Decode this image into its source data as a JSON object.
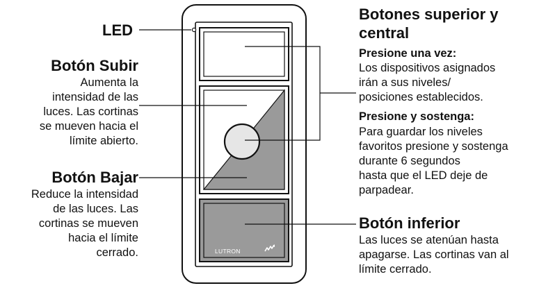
{
  "left": {
    "led_label": "LED",
    "up": {
      "title": "Botón Subir",
      "lines": [
        "Aumenta la",
        "intensidad de las",
        "luces. Las cortinas",
        "se mueven hacia el",
        "límite abierto."
      ]
    },
    "down": {
      "title": "Botón Bajar",
      "lines": [
        "Reduce la intensidad",
        "de las luces. Las",
        "cortinas se mueven",
        "hacia el límite",
        "cerrado."
      ]
    }
  },
  "right": {
    "top_title_lines": [
      "Botones superior y",
      "central"
    ],
    "press_once": {
      "title": "Presione una vez:",
      "lines": [
        "Los dispositivos asignados",
        "irán a sus niveles/",
        "posiciones establecidos."
      ]
    },
    "press_hold": {
      "title": "Presione y sostenga:",
      "lines": [
        "Para guardar los niveles",
        "favoritos presione y sostenga",
        "durante 6 segundos",
        "hasta que el LED deje de",
        "parpadear."
      ]
    },
    "bottom": {
      "title": "Botón inferior",
      "lines": [
        "Las luces se atenúan hasta",
        "apagarse. Las cortinas van al",
        "límite cerrado."
      ]
    }
  },
  "device": {
    "brand": "LUTRON",
    "colors": {
      "frame": "#111111",
      "button_fill": "#9a9a9a",
      "center_button": "#e6e6e6",
      "background": "#ffffff"
    }
  }
}
